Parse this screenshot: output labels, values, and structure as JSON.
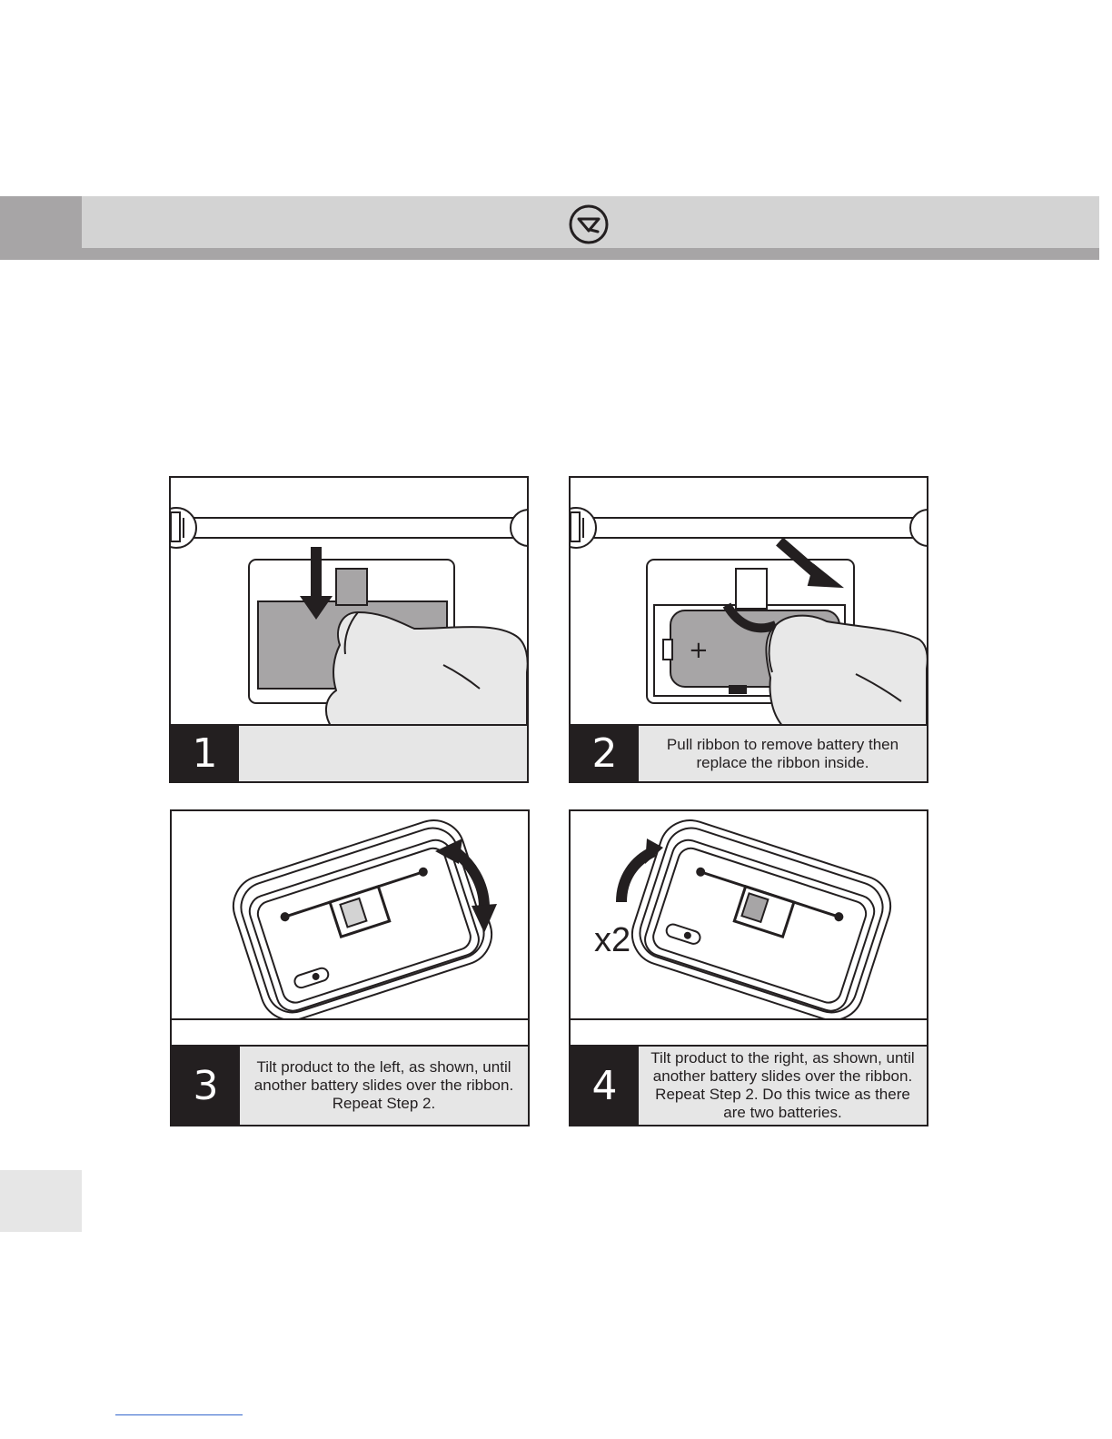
{
  "steps": [
    {
      "number": "1",
      "text": ""
    },
    {
      "number": "2",
      "text": "Pull ribbon to remove battery then replace the ribbon inside."
    },
    {
      "number": "3",
      "text": "Tilt product to the left, as shown, until another battery slides over the ribbon. Repeat Step 2."
    },
    {
      "number": "4",
      "text": "Tilt product to the right, as shown, until another battery slides over the ribbon. Repeat Step 2. Do this twice as there are two batteries."
    }
  ],
  "step4_multiplier": "x2",
  "step2_battery_symbol": "+",
  "colors": {
    "header_bar": "#d3d3d3",
    "header_tab": "#a7a5a6",
    "step_number_bg": "#231f20",
    "caption_bg": "#e6e6e6",
    "battery_fill": "#a7a5a6"
  },
  "icons": {
    "logo": "brand-logo-icon"
  }
}
